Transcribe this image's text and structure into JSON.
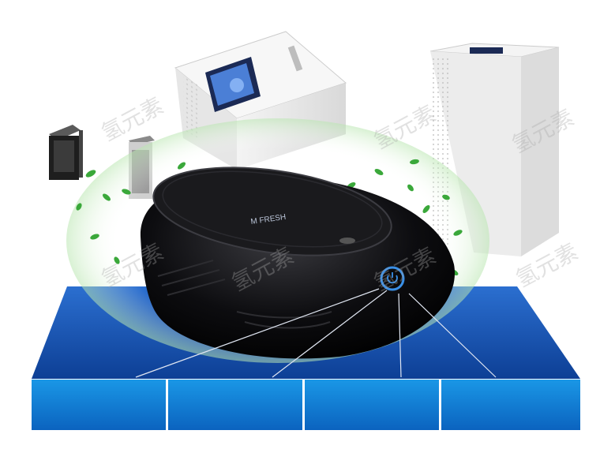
{
  "device": {
    "brand_label": "M FRESH",
    "status_color": "#3a8fe6"
  },
  "watermark": {
    "text": "氢元素"
  },
  "colors": {
    "platform_top": "#1653b6",
    "platform_front": "#0e7ed4",
    "leaf": "#3aa83a"
  },
  "icons": [
    "power-icon",
    "leaf-icon"
  ],
  "platform": {
    "panel_count": 4
  }
}
